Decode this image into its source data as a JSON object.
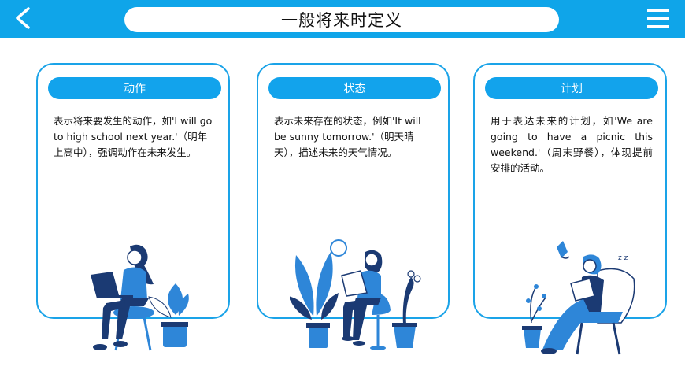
{
  "header": {
    "title": "一般将来时定义",
    "back_icon": "chevron-left-icon",
    "menu_icon": "hamburger-menu-icon"
  },
  "colors": {
    "primary": "#0fa5e9",
    "card_border": "#1aa3e8",
    "illustration_blue": "#2e86d8",
    "illustration_navy": "#1b3a73"
  },
  "cards": [
    {
      "title": "动作",
      "text": "表示将来要发生的动作，如'I will go to high school next year.'（明年上高中），强调动作在未来发生。"
    },
    {
      "title": "状态",
      "text": "表示未来存在的状态，例如'It will be sunny tomorrow.'（明天晴天），描述未来的天气情况。"
    },
    {
      "title": "计划",
      "text": "用于表达未来的计划，如'We are going to have a picnic this weekend.'（周末野餐），体现提前安排的活动。"
    }
  ]
}
